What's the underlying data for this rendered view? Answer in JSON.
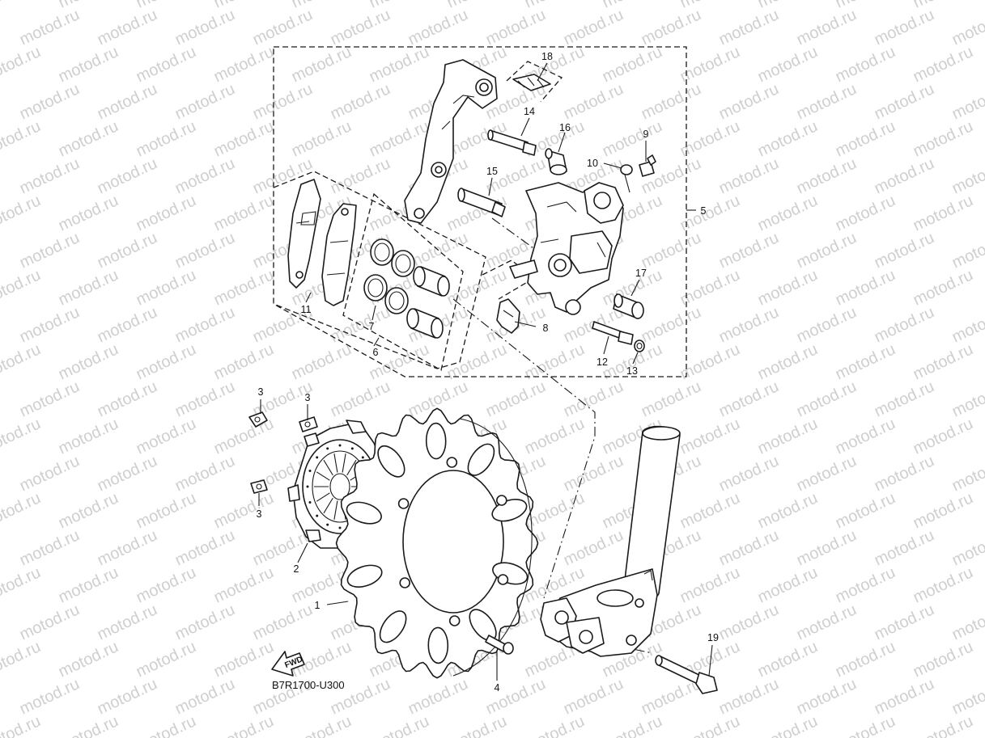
{
  "watermark": {
    "text": "motod.ru"
  },
  "diagram_code": "B7R1700-U300",
  "fwd_label": "FWD",
  "callouts": {
    "c1": "1",
    "c2": "2",
    "c3a": "3",
    "c3b": "3",
    "c3c": "3",
    "c4": "4",
    "c5": "5",
    "c6": "6",
    "c7": "7",
    "c8": "8",
    "c9": "9",
    "c10": "10",
    "c11": "11",
    "c12": "12",
    "c13": "13",
    "c14": "14",
    "c15": "15",
    "c16": "16",
    "c17": "17",
    "c18": "18",
    "c19": "19"
  }
}
